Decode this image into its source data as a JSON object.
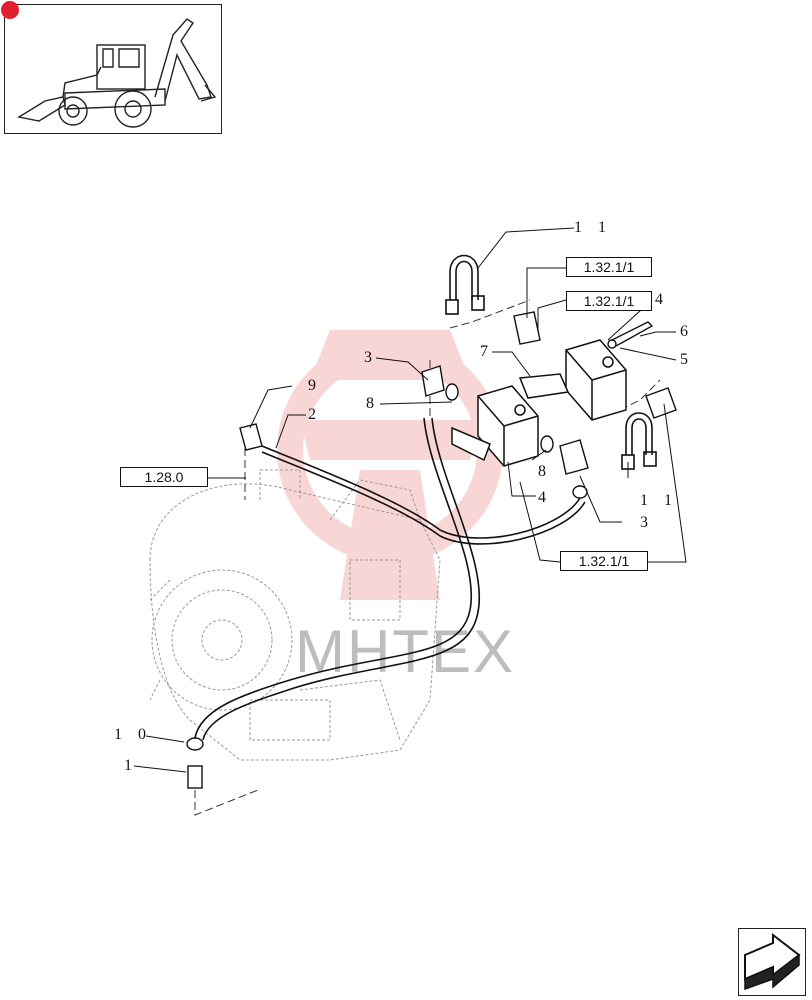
{
  "references": {
    "ref_1_28_0": "1.28.0",
    "ref_1_32_1_top": "1.32.1/1",
    "ref_1_32_1_mid": "1.32.1/1",
    "ref_1_32_1_bottom": "1.32.1/1"
  },
  "callouts": {
    "c11_top": "1 1",
    "c4_top": "4",
    "c6": "6",
    "c5": "5",
    "c7": "7",
    "c3_left": "3",
    "c8_left": "8",
    "c9": "9",
    "c2": "2",
    "c8_right": "8",
    "c4_bottom": "4",
    "c11_right": "1 1",
    "c3_right": "3",
    "c10": "1 0",
    "c1": "1"
  },
  "watermark": "MHTEX",
  "colors": {
    "line": "#111111",
    "watermark": "#f3b5b5",
    "ghost": "#9a9a9a",
    "accent": "#e0202a"
  }
}
